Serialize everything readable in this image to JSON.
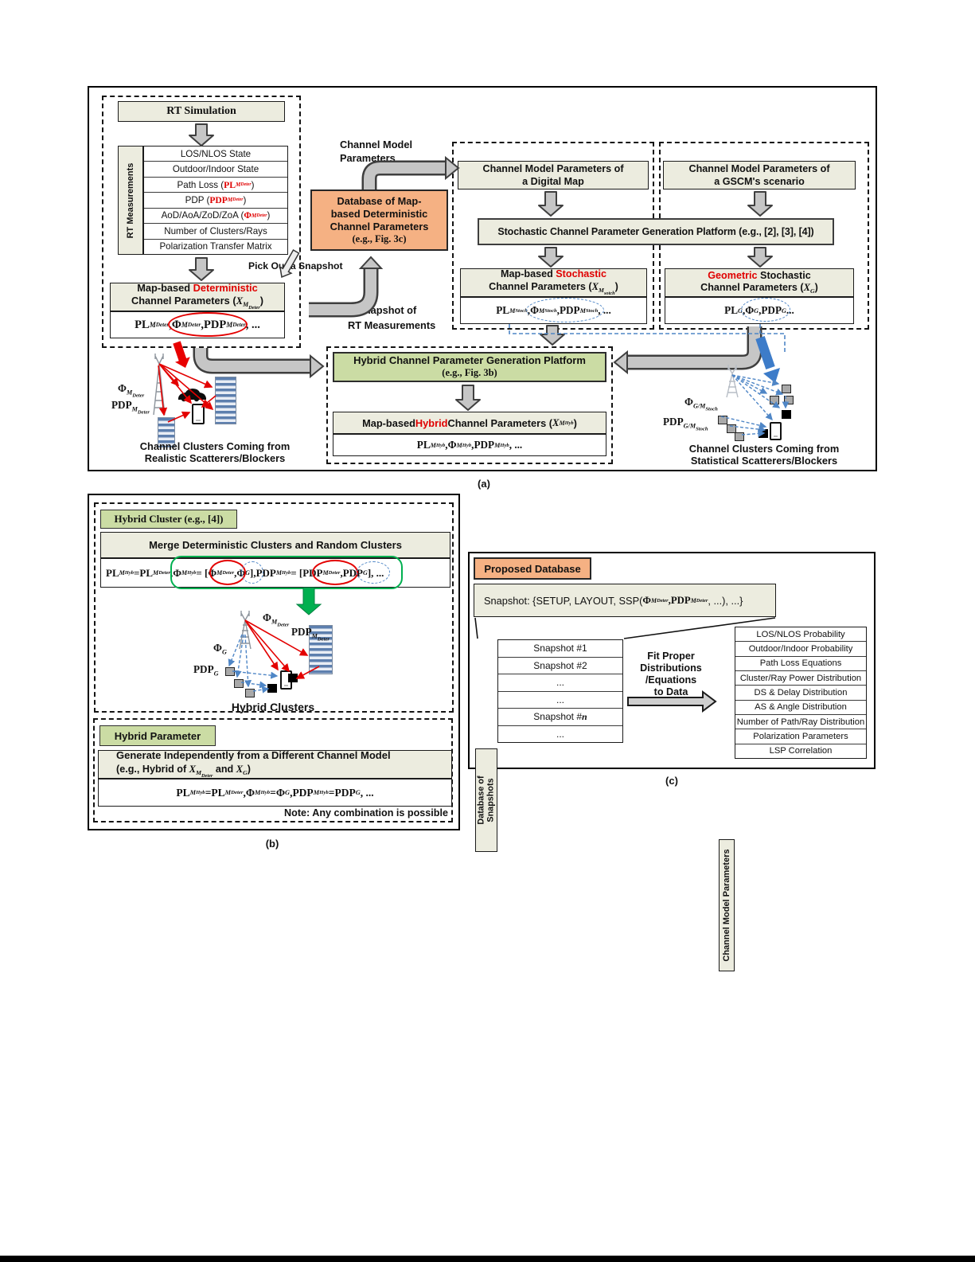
{
  "colors": {
    "box_beige": "#ECECDF",
    "accent_orange": "#F5B183",
    "accent_green": "#CBDCA4",
    "highlight_red": "#E00000",
    "arrow_gray": "#C6C6C6",
    "arrow_blue": "#3D7CC9",
    "dashed_blue": "#4F86C6",
    "merge_green": "#00B050"
  },
  "fig_a": {
    "label": "(a)",
    "rt_simulation": "RT Simulation",
    "rt_measurements_label": "RT Measurements",
    "rt_rows": {
      "r1": "LOS/NLOS State",
      "r2": "Outdoor/Indoor State",
      "r3": [
        {
          "t": "Path Loss ("
        },
        {
          "t": "PL",
          "c": "mt rd"
        },
        {
          "t": "M",
          "c": "mt rd sb"
        },
        {
          "t": "Deter",
          "c": "mt rd s2"
        },
        {
          "t": ")"
        }
      ],
      "r4": [
        {
          "t": "PDP ("
        },
        {
          "t": "PDP",
          "c": "mt rd"
        },
        {
          "t": "M",
          "c": "mt rd sb"
        },
        {
          "t": "Deter",
          "c": "mt rd s2"
        },
        {
          "t": ")"
        }
      ],
      "r5": [
        {
          "t": "AoD/AoA/ZoD/ZoA ("
        },
        {
          "t": "Φ",
          "c": "mt rd"
        },
        {
          "t": "M",
          "c": "mt rd sb"
        },
        {
          "t": "Deter",
          "c": "mt rd s2"
        },
        {
          "t": ")"
        }
      ],
      "r6": "Number of Clusters/Rays",
      "r7": "Polarization Transfer Matrix"
    },
    "det_box": {
      "h1": [
        {
          "t": "Map-based "
        },
        {
          "t": "Deterministic",
          "c": "rd"
        }
      ],
      "h2": [
        {
          "t": "Channel Parameters ("
        },
        {
          "t": "X",
          "c": "mt it"
        },
        {
          "t": "M",
          "c": "mt sb"
        },
        {
          "t": "Deter",
          "c": "mt s2"
        },
        {
          "t": ")"
        }
      ],
      "body": [
        {
          "t": "PL"
        },
        {
          "t": "M",
          "c": "sb"
        },
        {
          "t": "Deter",
          "c": "s2"
        },
        {
          "t": ", "
        },
        {
          "t": "Φ"
        },
        {
          "t": "M",
          "c": "sb"
        },
        {
          "t": "Deter",
          "c": "s2"
        },
        {
          "t": ", "
        },
        {
          "t": "PDP"
        },
        {
          "t": "M",
          "c": "sb"
        },
        {
          "t": "Deter",
          "c": "s2"
        },
        {
          "t": ", ..."
        }
      ]
    },
    "channel_model_params": [
      "Channel Model",
      "Parameters"
    ],
    "db_box": {
      "l1": "Database of Map-",
      "l2": "based Deterministic",
      "l3": "Channel Parameters",
      "eg": "(e.g., Fig. 3c)"
    },
    "pick_out": "Pick Out a Snapshot",
    "snapshot_of": [
      "A Snapshot of",
      "RT Measurements"
    ],
    "digital_map_box": [
      "Channel Model Parameters of",
      "a Digital Map"
    ],
    "gscm_box": [
      "Channel Model Parameters of",
      "a GSCM's scenario"
    ],
    "platform": "Stochastic Channel Parameter Generation Platform (e.g., [2], [3], [4])",
    "stoch_box": {
      "h1": [
        {
          "t": "Map-based "
        },
        {
          "t": "Stochastic",
          "c": "rd"
        }
      ],
      "h2": [
        {
          "t": "Channel Parameters ("
        },
        {
          "t": "X",
          "c": "mt it"
        },
        {
          "t": "M",
          "c": "mt sb"
        },
        {
          "t": "sotch",
          "c": "mt s2"
        },
        {
          "t": ")"
        }
      ],
      "body": [
        {
          "t": "PL"
        },
        {
          "t": "M",
          "c": "sb"
        },
        {
          "t": "Stoch",
          "c": "s2"
        },
        {
          "t": ", "
        },
        {
          "t": "Φ"
        },
        {
          "t": "M",
          "c": "sb"
        },
        {
          "t": "Stoch",
          "c": "s2"
        },
        {
          "t": ", "
        },
        {
          "t": "PDP"
        },
        {
          "t": "M",
          "c": "sb"
        },
        {
          "t": "Stoch",
          "c": "s2"
        },
        {
          "t": ", ..."
        }
      ]
    },
    "geo_box": {
      "h1": [
        {
          "t": "Geometric",
          "c": "rd"
        },
        {
          "t": " Stochastic"
        }
      ],
      "h2": [
        {
          "t": "Channel Parameters ("
        },
        {
          "t": "X",
          "c": "mt it"
        },
        {
          "t": "G",
          "c": "mt sb"
        },
        {
          "t": ")"
        }
      ],
      "body": [
        {
          "t": "PL"
        },
        {
          "t": "G",
          "c": "sb"
        },
        {
          "t": ", "
        },
        {
          "t": "Φ"
        },
        {
          "t": "G",
          "c": "sb"
        },
        {
          "t": ", "
        },
        {
          "t": "PDP"
        },
        {
          "t": "G",
          "c": "sb"
        },
        {
          "t": " ..."
        }
      ]
    },
    "hybrid_platform": {
      "l1": "Hybrid Channel Parameter Generation Platform",
      "l2": "(e.g., Fig. 3b)"
    },
    "hybrid_box": {
      "h": [
        {
          "t": "Map-based "
        },
        {
          "t": "Hybrid",
          "c": "rd"
        },
        {
          "t": " Channel Parameters ("
        },
        {
          "t": "X",
          "c": "mt it"
        },
        {
          "t": "M",
          "c": "mt sb"
        },
        {
          "t": "Hyb",
          "c": "mt s2"
        },
        {
          "t": ")"
        }
      ],
      "body": [
        {
          "t": "PL"
        },
        {
          "t": "M",
          "c": "sb"
        },
        {
          "t": "Hyb",
          "c": "s2"
        },
        {
          "t": ", "
        },
        {
          "t": "Φ"
        },
        {
          "t": "M",
          "c": "sb"
        },
        {
          "t": "Hyb",
          "c": "s2"
        },
        {
          "t": ", "
        },
        {
          "t": "PDP"
        },
        {
          "t": "M",
          "c": "sb"
        },
        {
          "t": "Hyb",
          "c": "s2"
        },
        {
          "t": ", ..."
        }
      ]
    },
    "left_illu": {
      "phi": [
        {
          "t": "Φ"
        },
        {
          "t": "M",
          "c": "sb"
        },
        {
          "t": "Deter",
          "c": "s2"
        }
      ],
      "pdp": [
        {
          "t": "PDP"
        },
        {
          "t": "M",
          "c": "sb"
        },
        {
          "t": "Deter",
          "c": "s2"
        }
      ],
      "caption": [
        "Channel Clusters Coming from",
        "Realistic Scatterers/Blockers"
      ]
    },
    "right_illu": {
      "phi": [
        {
          "t": "Φ"
        },
        {
          "t": "G/M",
          "c": "sb"
        },
        {
          "t": "Stoch",
          "c": "s2"
        }
      ],
      "pdp": [
        {
          "t": "PDP"
        },
        {
          "t": "G/M",
          "c": "sb"
        },
        {
          "t": "Stoch",
          "c": "s2"
        }
      ],
      "caption": [
        "Channel Clusters Coming from",
        "Statistical Scatterers/Blockers"
      ]
    }
  },
  "fig_b": {
    "label": "(b)",
    "hybrid_cluster_hdr": "Hybrid Cluster (e.g., [4])",
    "merge_title": "Merge Deterministic Clusters and Random Clusters",
    "merge_formula": [
      {
        "t": "PL"
      },
      {
        "t": "M",
        "c": "sb"
      },
      {
        "t": "Hyb",
        "c": "s2"
      },
      {
        "t": " = "
      },
      {
        "t": "PL"
      },
      {
        "t": "M",
        "c": "sb"
      },
      {
        "t": "Deter",
        "c": "s2"
      },
      {
        "t": ", "
      },
      {
        "t": "Φ"
      },
      {
        "t": "M",
        "c": "sb"
      },
      {
        "t": "Hyb",
        "c": "s2"
      },
      {
        "t": " = ["
      },
      {
        "t": "Φ"
      },
      {
        "t": "M",
        "c": "sb"
      },
      {
        "t": "Deter",
        "c": "s2"
      },
      {
        "t": ", "
      },
      {
        "t": "Φ"
      },
      {
        "t": "G",
        "c": "sb"
      },
      {
        "t": "], "
      },
      {
        "t": "PDP"
      },
      {
        "t": "M",
        "c": "sb"
      },
      {
        "t": "Hyb",
        "c": "s2"
      },
      {
        "t": " = ["
      },
      {
        "t": "PDP"
      },
      {
        "t": "M",
        "c": "sb"
      },
      {
        "t": "Deter",
        "c": "s2"
      },
      {
        "t": ", "
      },
      {
        "t": "PDP"
      },
      {
        "t": "G",
        "c": "sb"
      },
      {
        "t": "], ..."
      }
    ],
    "illu": {
      "phi_det": [
        {
          "t": "Φ"
        },
        {
          "t": "M",
          "c": "sb"
        },
        {
          "t": "Deter",
          "c": "s2"
        }
      ],
      "pdp_det": [
        {
          "t": "PDP"
        },
        {
          "t": "M",
          "c": "sb"
        },
        {
          "t": "Deter",
          "c": "s2"
        }
      ],
      "phi_g": [
        {
          "t": "Φ"
        },
        {
          "t": "G",
          "c": "sb"
        }
      ],
      "pdp_g": [
        {
          "t": "PDP"
        },
        {
          "t": "G",
          "c": "sb"
        }
      ],
      "caption": "Hybrid Clusters"
    },
    "hybrid_param_hdr": "Hybrid Parameter",
    "gen_l1": "Generate Independently from a Different Channel Model",
    "gen_l2": [
      {
        "t": "(e.g., Hybrid of "
      },
      {
        "t": "X",
        "c": "mt it"
      },
      {
        "t": "M",
        "c": "mt sb"
      },
      {
        "t": "Deter",
        "c": "mt s2"
      },
      {
        "t": " and "
      },
      {
        "t": "X",
        "c": "mt it"
      },
      {
        "t": "G",
        "c": "mt sb"
      },
      {
        "t": ")"
      }
    ],
    "param_formula": [
      {
        "t": "PL"
      },
      {
        "t": "M",
        "c": "sb"
      },
      {
        "t": "Hyb",
        "c": "s2"
      },
      {
        "t": " = "
      },
      {
        "t": "PL"
      },
      {
        "t": "M",
        "c": "sb"
      },
      {
        "t": "Deter",
        "c": "s2"
      },
      {
        "t": ", "
      },
      {
        "t": "Φ"
      },
      {
        "t": "M",
        "c": "sb"
      },
      {
        "t": "Hyb",
        "c": "s2"
      },
      {
        "t": " = "
      },
      {
        "t": "Φ"
      },
      {
        "t": "G",
        "c": "sb"
      },
      {
        "t": ", "
      },
      {
        "t": "PDP"
      },
      {
        "t": "M",
        "c": "sb"
      },
      {
        "t": "Hyb",
        "c": "s2"
      },
      {
        "t": " = "
      },
      {
        "t": "PDP"
      },
      {
        "t": "G",
        "c": "sb"
      },
      {
        "t": ", ..."
      }
    ],
    "note": "Note: Any combination is possible"
  },
  "fig_c": {
    "label": "(c)",
    "proposed_db": "Proposed Database",
    "snapshot_line": [
      {
        "t": "Snapshot: {SETUP, LAYOUT, SSP("
      },
      {
        "t": "Φ",
        "c": "mt"
      },
      {
        "t": "M",
        "c": "mt sb"
      },
      {
        "t": "Deter",
        "c": "mt s2"
      },
      {
        "t": ", ",
        "c": "mt"
      },
      {
        "t": "PDP",
        "c": "mt"
      },
      {
        "t": "M",
        "c": "mt sb"
      },
      {
        "t": "Deter",
        "c": "mt s2"
      },
      {
        "t": ", ...), ...}"
      }
    ],
    "db_snapshots_label": "Database of Snapshots",
    "snapshot_rows": [
      [
        {
          "t": "Snapshot #1"
        }
      ],
      [
        {
          "t": "Snapshot #2"
        }
      ],
      [
        {
          "t": "..."
        }
      ],
      [
        {
          "t": "..."
        }
      ],
      [
        {
          "t": "Snapshot #"
        },
        {
          "t": "n",
          "c": "mt it"
        }
      ],
      [
        {
          "t": "..."
        }
      ]
    ],
    "fit_lines": [
      "Fit Proper",
      "Distributions",
      "/Equations",
      "to Data"
    ],
    "cmp_label": "Channel Model Parameters",
    "cmp_rows": [
      "LOS/NLOS Probability",
      "Outdoor/Indoor Probability",
      "Path Loss Equations",
      "Cluster/Ray Power Distribution",
      "DS & Delay Distribution",
      "AS & Angle Distribution",
      "Number of Path/Ray Distribution",
      "Polarization Parameters",
      "LSP Correlation"
    ]
  }
}
